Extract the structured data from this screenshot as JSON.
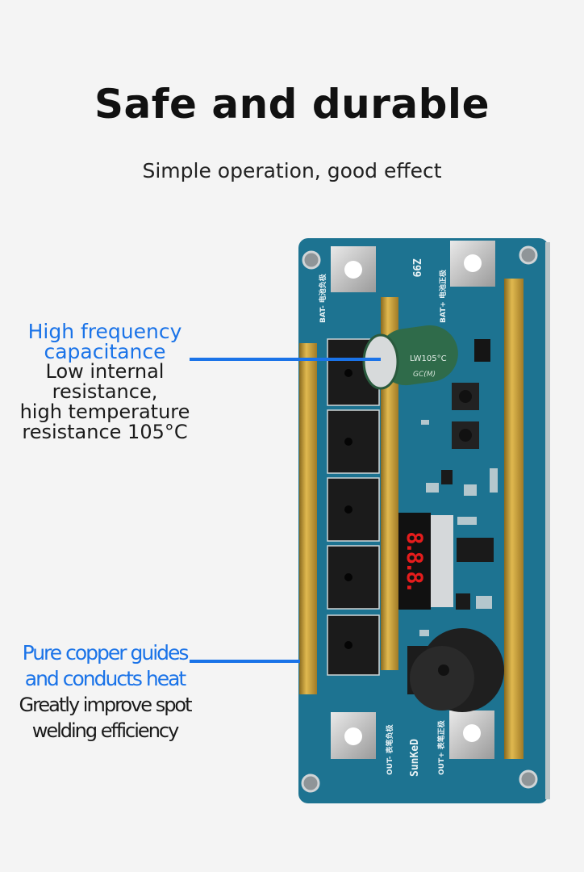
{
  "header": {
    "title": "Safe and durable",
    "subtitle": "Simple operation, good effect"
  },
  "callouts": [
    {
      "heading": [
        "High frequency",
        "capacitance"
      ],
      "body": [
        "Low internal",
        "resistance,",
        "high temperature",
        "resistance 105°C"
      ]
    },
    {
      "heading": [
        "Pure copper guides",
        "and conducts heat"
      ],
      "body": [
        "Greatly improve spot",
        "welding efficiency"
      ]
    }
  ],
  "product": {
    "board_labels": [
      "Z99",
      "SunKeD",
      "BAT- 电池负极",
      "BAT+ 电池正极",
      "OUT- 表笔负极",
      "OUT+ 表笔正极",
      "LW105°C",
      "GC(M)"
    ],
    "display_digits": "8.8.8."
  },
  "colors": {
    "accent": "#1a73e8",
    "pcb": "#1d7391",
    "copper": "#c9a13e",
    "display": "#e51c1c"
  }
}
